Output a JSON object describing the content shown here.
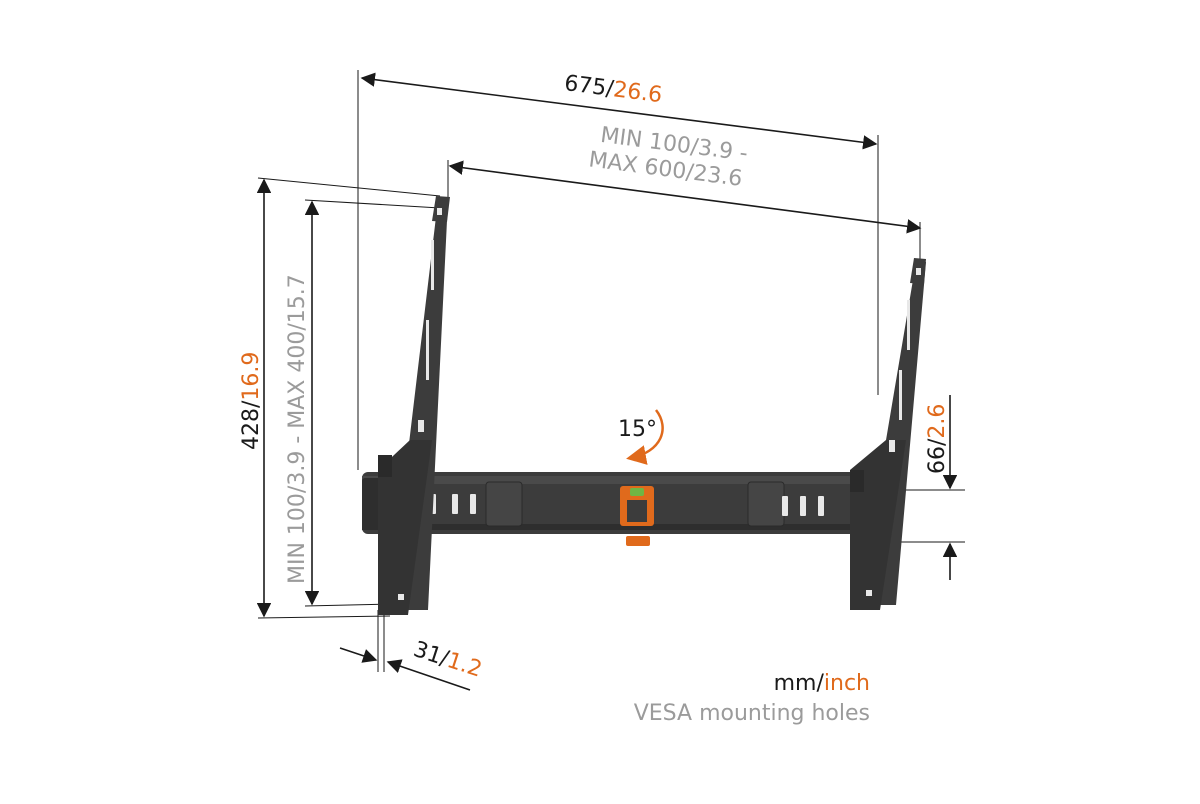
{
  "dimensions": {
    "width_total": {
      "mm": "675/",
      "inch": "26.6"
    },
    "vesa_horizontal": {
      "line1_mm": "MIN 100/",
      "line1_inch": "3.9 -",
      "line2_mm": "MAX 600/",
      "line2_inch": "23.6"
    },
    "height_total": {
      "mm": "428/",
      "inch": "16.9"
    },
    "vesa_vertical": {
      "mm1": "MIN 100/",
      "inch1": "3.9",
      "mm2": " - MAX 400/",
      "inch2": "15.7"
    },
    "depth": {
      "mm": "31/",
      "inch": "1.2"
    },
    "rail_height": {
      "mm": "66/",
      "inch": "2.6"
    },
    "tilt": {
      "label": "15°"
    }
  },
  "legend": {
    "unit_mm": "mm/",
    "unit_inch": "inch",
    "caption": "VESA mounting holes"
  },
  "colors": {
    "bracket": "#3c3c3c",
    "bracket_dark": "#2a2a2a",
    "accent": "#e06a1c",
    "dimension_line": "#1a1a1a",
    "leader_gray": "#9b9b9b"
  }
}
